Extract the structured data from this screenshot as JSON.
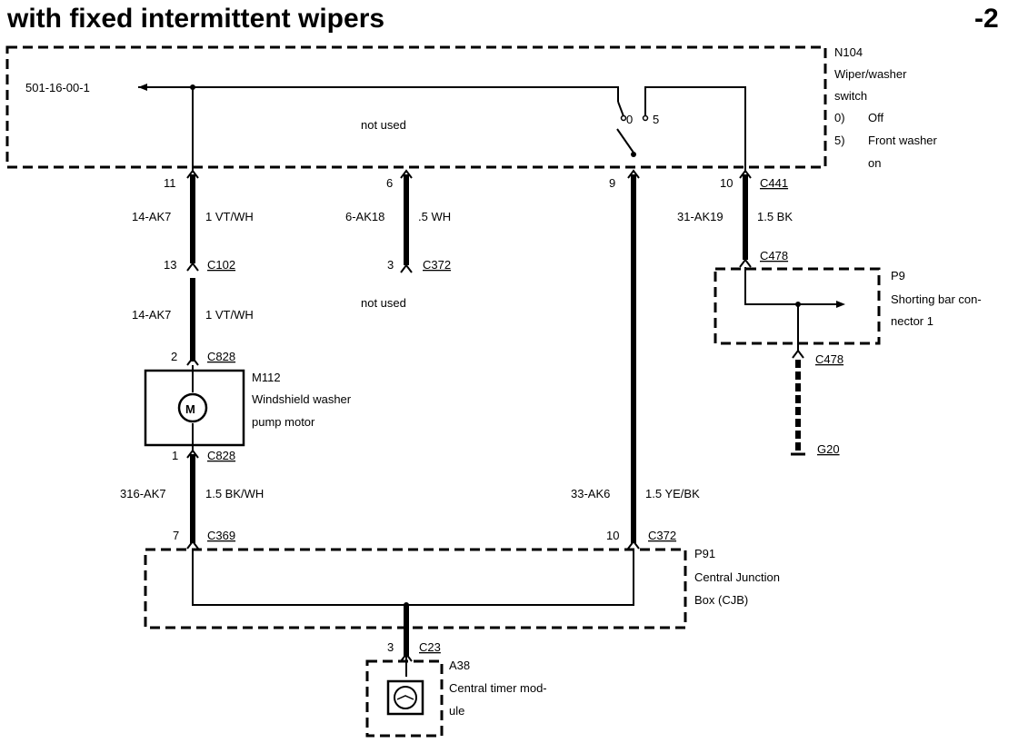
{
  "title": "with fixed intermittent wipers",
  "page_number": "-2",
  "n104": {
    "id": "N104",
    "name_line1": "Wiper/washer",
    "name_line2": "switch",
    "state0_key": "0)",
    "state0_label": "Off",
    "state5_key": "5)",
    "state5_label_line1": "Front washer",
    "state5_label_line2": "on",
    "reference": "501-16-00-1",
    "not_used": "not used",
    "switch_pos_0": "0",
    "switch_pos_5": "5"
  },
  "pins_top": {
    "p11": "11",
    "p6": "6",
    "p9": "9",
    "p10": "10",
    "c441": "C441"
  },
  "circuits": {
    "w1_code": "14-AK7",
    "w1_spec": "1 VT/WH",
    "w2_code": "6-AK18",
    "w2_spec": ".5 WH",
    "w3_code": "31-AK19",
    "w3_spec": "1.5 BK",
    "w4_code": "14-AK7",
    "w4_spec": "1 VT/WH",
    "w5_code": "316-AK7",
    "w5_spec": "1.5 BK/WH",
    "w6_code": "33-AK6",
    "w6_spec": "1.5 YE/BK"
  },
  "connectors": {
    "c102_pin": "13",
    "c102": "C102",
    "c372_pin": "3",
    "c372": "C372",
    "not_used_2": "not used",
    "c828_top_pin": "2",
    "c828_top": "C828",
    "c828_bot_pin": "1",
    "c828_bot": "C828",
    "c369_pin": "7",
    "c369": "C369",
    "c372b_pin": "10",
    "c372b": "C372",
    "c478_top": "C478",
    "c478_bot": "C478",
    "c23_pin": "3",
    "c23": "C23"
  },
  "m112": {
    "id": "M112",
    "name_line1": "Windshield washer",
    "name_line2": "pump motor",
    "symbol": "M"
  },
  "p9": {
    "id": "P9",
    "name_line1": "Shorting bar con-",
    "name_line2": "nector 1"
  },
  "g20": {
    "id": "G20"
  },
  "p91": {
    "id": "P91",
    "name_line1": "Central Junction",
    "name_line2": "Box (CJB)"
  },
  "a38": {
    "id": "A38",
    "name_line1": "Central timer mod-",
    "name_line2": "ule"
  }
}
